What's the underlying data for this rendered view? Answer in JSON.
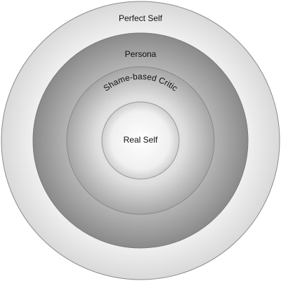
{
  "diagram": {
    "rings": [
      {
        "label": "Perfect Self"
      },
      {
        "label": "Persona"
      },
      {
        "label": "Shame-based Critic"
      },
      {
        "label": "Real Self"
      }
    ]
  }
}
